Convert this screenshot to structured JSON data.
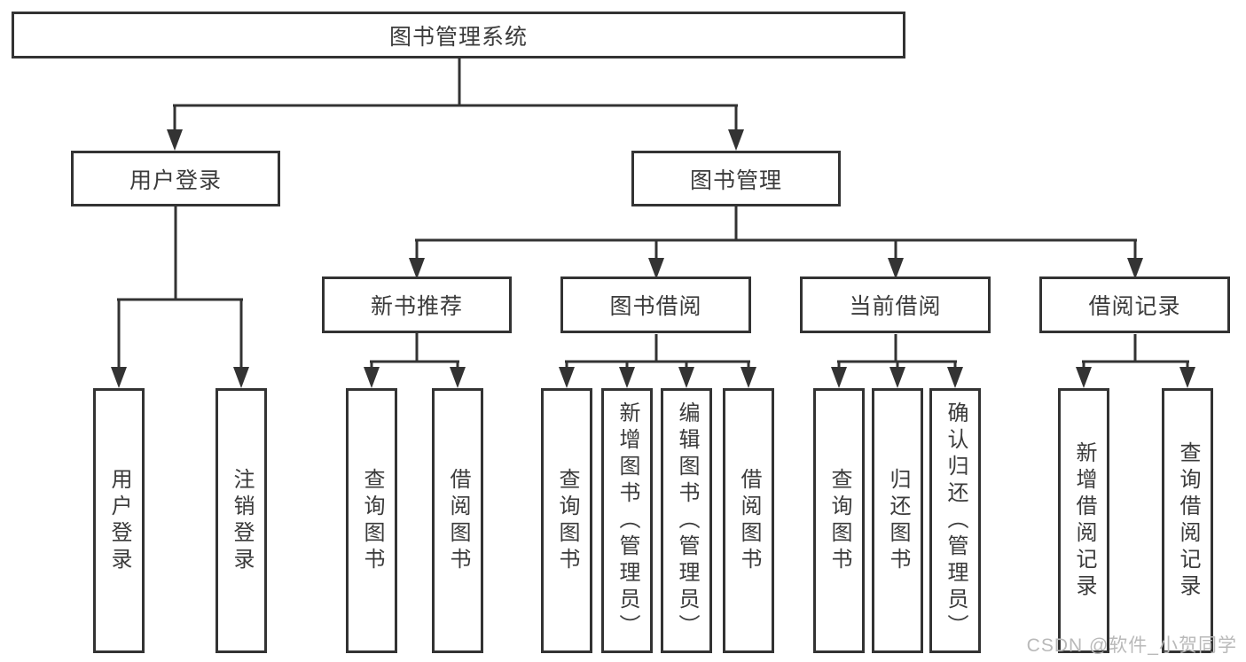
{
  "diagram_title": "图书管理系统",
  "watermark": {
    "text": "CSDN @软件_小贺同学"
  },
  "colors": {
    "line": "#333333",
    "box_border": "#333333",
    "box_fill": "#ffffff",
    "text": "#3b3b3b",
    "watermark_text": "#b9b9b9",
    "background": "#ffffff"
  },
  "nodes": {
    "root": {
      "label": "图书管理系统"
    },
    "level2": [
      {
        "label": "用户登录"
      },
      {
        "label": "图书管理"
      }
    ],
    "level3": [
      {
        "label": "新书推荐"
      },
      {
        "label": "图书借阅"
      },
      {
        "label": "当前借阅"
      },
      {
        "label": "借阅记录"
      }
    ],
    "leaves": [
      {
        "parent": "用户登录",
        "label": "用户登录"
      },
      {
        "parent": "用户登录",
        "label": "注销登录"
      },
      {
        "parent": "新书推荐",
        "label": "查询图书"
      },
      {
        "parent": "新书推荐",
        "label": "借阅图书"
      },
      {
        "parent": "图书借阅",
        "label": "查询图书"
      },
      {
        "parent": "图书借阅",
        "label": "新增图书（管理员）"
      },
      {
        "parent": "图书借阅",
        "label": "编辑图书（管理员）"
      },
      {
        "parent": "图书借阅",
        "label": "借阅图书"
      },
      {
        "parent": "当前借阅",
        "label": "查询图书"
      },
      {
        "parent": "当前借阅",
        "label": "归还图书"
      },
      {
        "parent": "当前借阅",
        "label": "确认归还（管理员）"
      },
      {
        "parent": "借阅记录",
        "label": "新增借阅记录"
      },
      {
        "parent": "借阅记录",
        "label": "查询借阅记录"
      }
    ]
  }
}
